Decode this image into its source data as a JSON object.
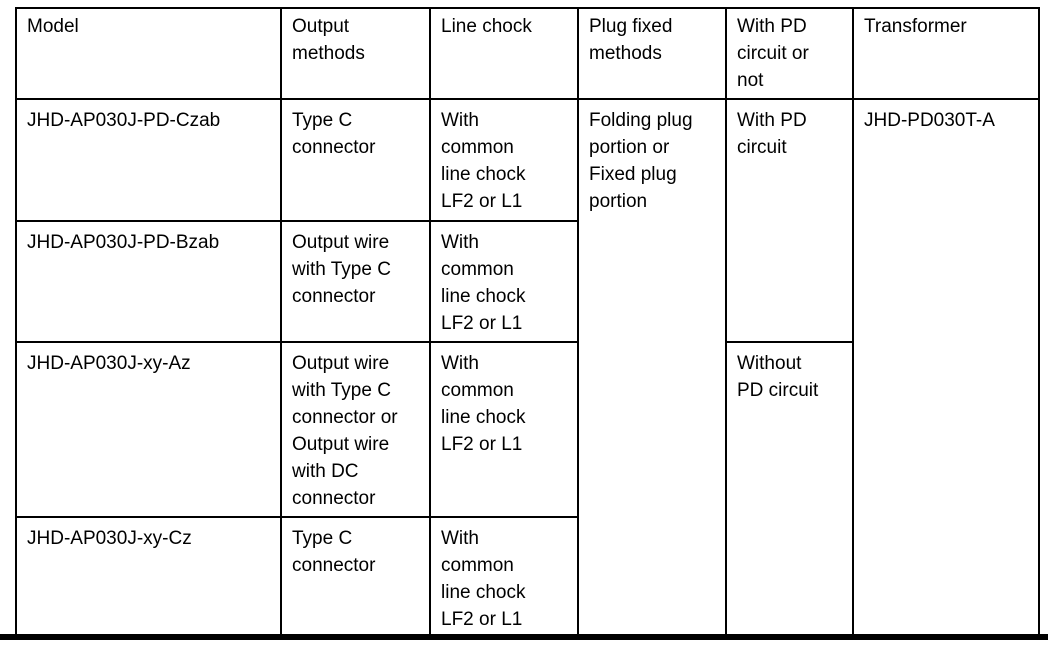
{
  "table": {
    "headers": {
      "model": "Model",
      "output_methods": "Output\nmethods",
      "line_chock": "Line chock",
      "plug_fixed_methods": "Plug fixed\nmethods",
      "pd_circuit": "With PD\ncircuit or\nnot",
      "transformer": "Transformer"
    },
    "rows": [
      {
        "model": "JHD-AP030J-PD-Czab",
        "output_methods": "Type C\nconnector",
        "line_chock": "With\ncommon\nline chock\nLF2 or L1"
      },
      {
        "model": "JHD-AP030J-PD-Bzab",
        "output_methods": "Output wire\nwith Type C\nconnector",
        "line_chock": "With\ncommon\nline chock\nLF2 or L1"
      },
      {
        "model": "JHD-AP030J-xy-Az",
        "output_methods": "Output wire\nwith Type C\nconnector or\nOutput wire\nwith DC\nconnector",
        "line_chock": "With\ncommon\nline chock\nLF2 or L1"
      },
      {
        "model": "JHD-AP030J-xy-Cz",
        "output_methods": "Type C\nconnector",
        "line_chock": "With\ncommon\nline chock\nLF2 or L1"
      }
    ],
    "merged_cells": {
      "plug_fixed_methods": "Folding plug\nportion or\nFixed plug\nportion",
      "with_pd": "With PD\ncircuit",
      "without_pd": "Without\nPD circuit",
      "transformer": "JHD-PD030T-A"
    },
    "colors": {
      "border": "#000000",
      "text": "#000000",
      "background": "#ffffff"
    }
  }
}
